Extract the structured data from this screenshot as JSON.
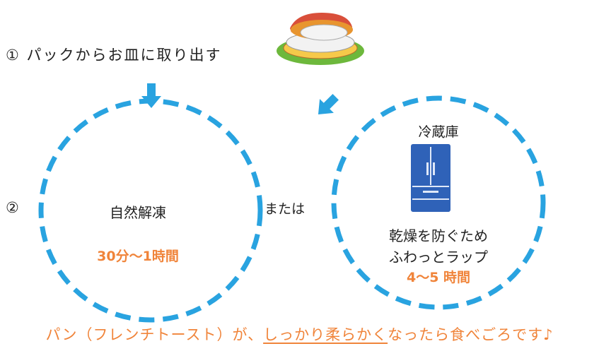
{
  "step1": {
    "number": "①",
    "text": "パックからお皿に取り出す"
  },
  "step2": {
    "number": "②"
  },
  "left_option": {
    "title": "自然解凍",
    "time": "30分〜1時間"
  },
  "connector": "または",
  "right_option": {
    "title": "冷蔵庫",
    "note_line1": "乾燥を防ぐため",
    "note_line2": "ふわっとラップ",
    "time": "4〜5 時間"
  },
  "footer": {
    "before": "パン（フレンチトースト）が、",
    "underlined": "しっかり柔らかく",
    "after": "なったら食べごろです♪"
  },
  "colors": {
    "dashed_circle": "#29a3e0",
    "arrow": "#29a3e0",
    "orange_text": "#f0843a",
    "fridge": "#2f62b8",
    "plate": "#f2f2f2",
    "mat": "#6db83c",
    "bread": "#e8952f",
    "bread_crust": "#d94f3a"
  },
  "icons": [
    "toast-on-plate-icon",
    "down-arrow-icon",
    "diagonal-arrow-icon",
    "refrigerator-icon",
    "music-note-icon"
  ]
}
